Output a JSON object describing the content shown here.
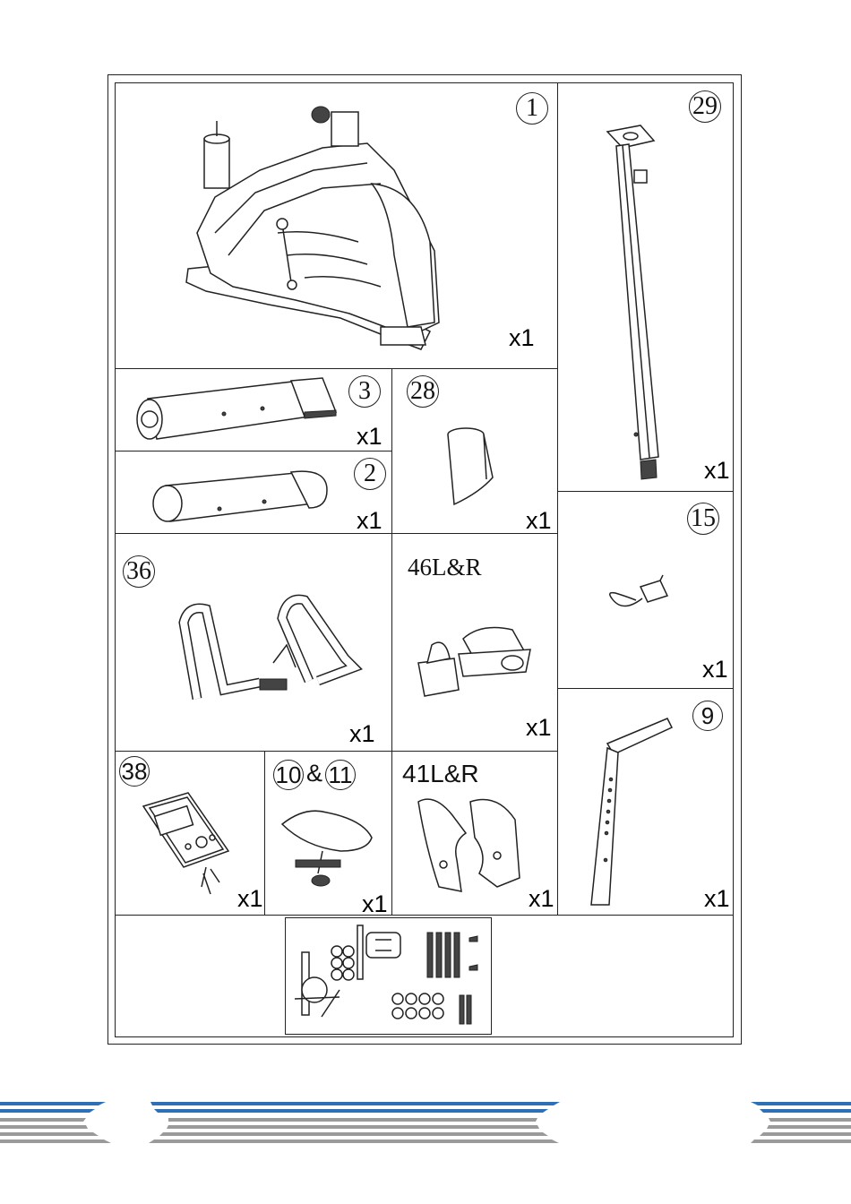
{
  "parts": [
    {
      "id": "part-1",
      "number": "1",
      "qty": "x1"
    },
    {
      "id": "part-29",
      "number": "29",
      "qty": "x1"
    },
    {
      "id": "part-3",
      "number": "3",
      "qty": "x1"
    },
    {
      "id": "part-28",
      "number": "28",
      "qty": "x1"
    },
    {
      "id": "part-2",
      "number": "2",
      "qty": "x1"
    },
    {
      "id": "part-15",
      "number": "15",
      "qty": "x1"
    },
    {
      "id": "part-36",
      "number": "36",
      "qty": "x1"
    },
    {
      "id": "part-46",
      "number": "46L&R",
      "qty": "x1"
    },
    {
      "id": "part-9",
      "number": "9",
      "qty": "x1"
    },
    {
      "id": "part-38",
      "number": "38",
      "qty": "x1"
    },
    {
      "id": "part-10-11",
      "number_a": "10",
      "amp": "&",
      "number_b": "11",
      "qty": "x1"
    },
    {
      "id": "part-41",
      "number": "41L&R",
      "qty": "x1"
    }
  ],
  "colors": {
    "line": "#222222",
    "stripe_blue": "#2f6fb5",
    "stripe_grey": "#9a9a9a"
  },
  "icons": [
    "bike-frame-icon",
    "upright-post-icon",
    "front-stabilizer-icon",
    "rear-stabilizer-icon",
    "post-cover-icon",
    "power-adapter-icon",
    "handlebar-icon",
    "pedals-icon",
    "seat-post-icon",
    "console-icon",
    "seat-icon",
    "side-covers-icon",
    "hardware-card-icon"
  ]
}
